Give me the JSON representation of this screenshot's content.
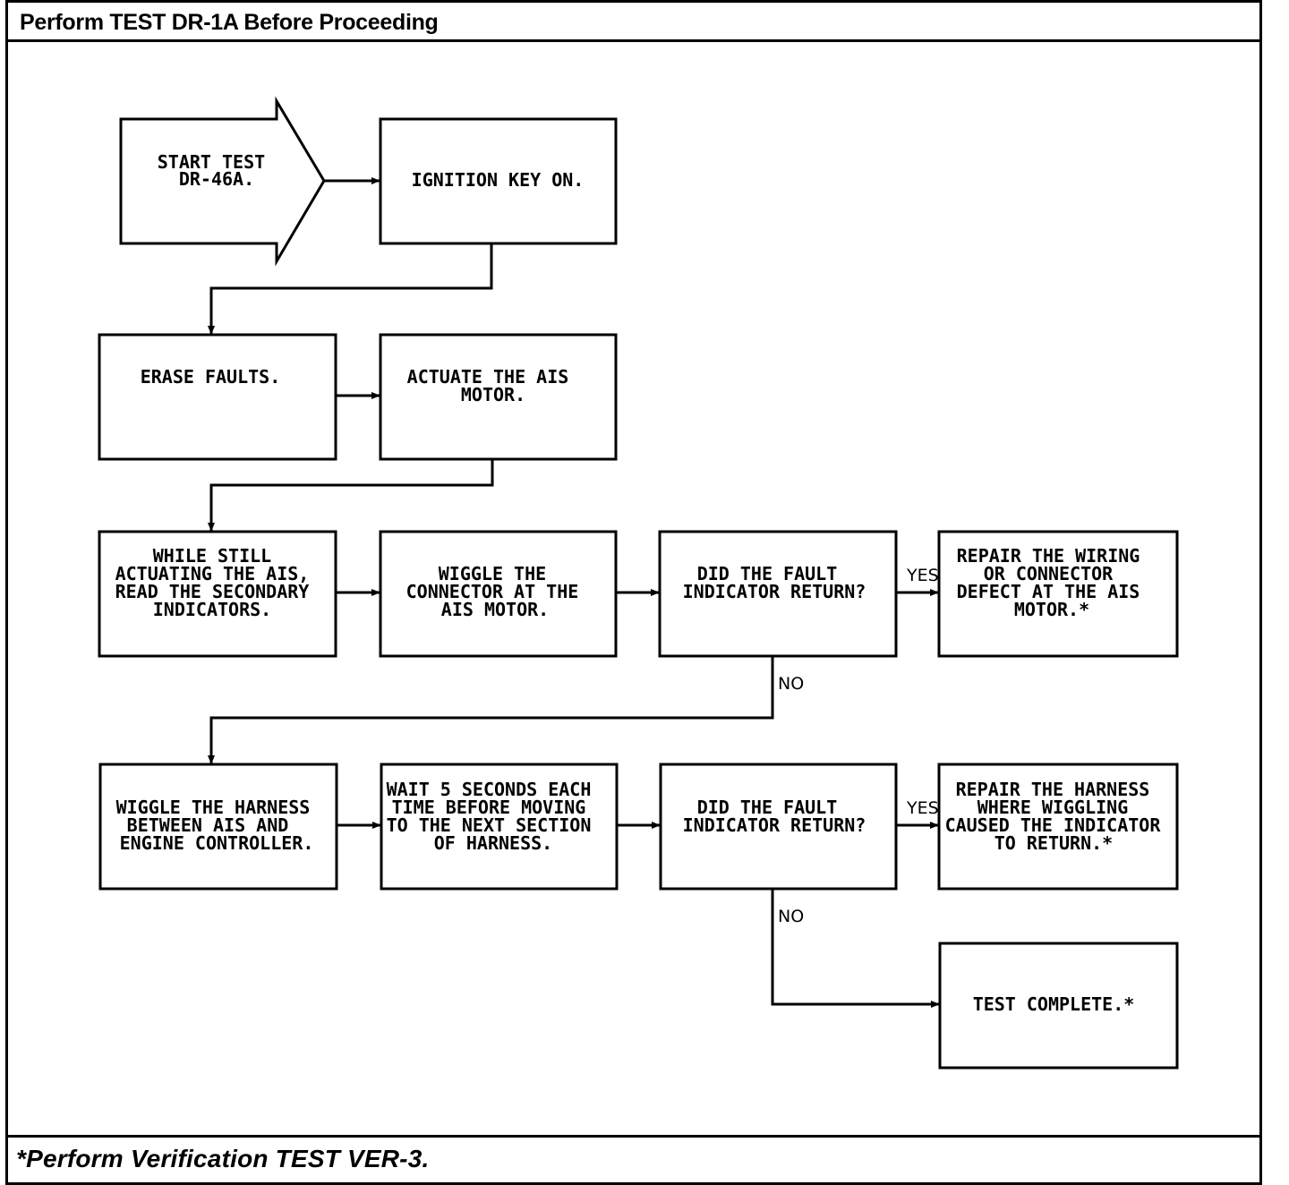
{
  "header": {
    "title": "Perform TEST DR-1A Before Proceeding"
  },
  "footer": {
    "note": "*Perform Verification TEST VER-3."
  },
  "flowchart": {
    "start": [
      "START TEST",
      "DR-46A."
    ],
    "ignition": [
      "IGNITION KEY ON."
    ],
    "erase": [
      "ERASE FAULTS."
    ],
    "actuate": [
      "ACTUATE THE AIS",
      "MOTOR."
    ],
    "while_still": [
      "WHILE STILL",
      "ACTUATING THE AIS,",
      "READ THE SECONDARY",
      "INDICATORS."
    ],
    "wiggle_connector": [
      "WIGGLE THE",
      "CONNECTOR AT THE",
      "AIS MOTOR."
    ],
    "decision_1": [
      "DID THE FAULT",
      "INDICATOR RETURN?"
    ],
    "repair_wiring": [
      "REPAIR THE WIRING",
      "OR CONNECTOR",
      "DEFECT AT THE AIS",
      "MOTOR.*"
    ],
    "wiggle_harness": [
      "WIGGLE THE HARNESS",
      "BETWEEN AIS AND",
      "ENGINE CONTROLLER."
    ],
    "wait": [
      "WAIT 5 SECONDS EACH",
      "TIME BEFORE MOVING",
      "TO THE NEXT SECTION",
      "OF HARNESS."
    ],
    "decision_2": [
      "DID THE FAULT",
      "INDICATOR RETURN?"
    ],
    "repair_harness": [
      "REPAIR THE HARNESS",
      "WHERE WIGGLING",
      "CAUSED THE INDICATOR",
      "TO RETURN.*"
    ],
    "complete": [
      "TEST COMPLETE.*"
    ],
    "labels": {
      "yes_1": "YES",
      "no_1": "NO",
      "yes_2": "YES",
      "no_2": "NO"
    }
  }
}
